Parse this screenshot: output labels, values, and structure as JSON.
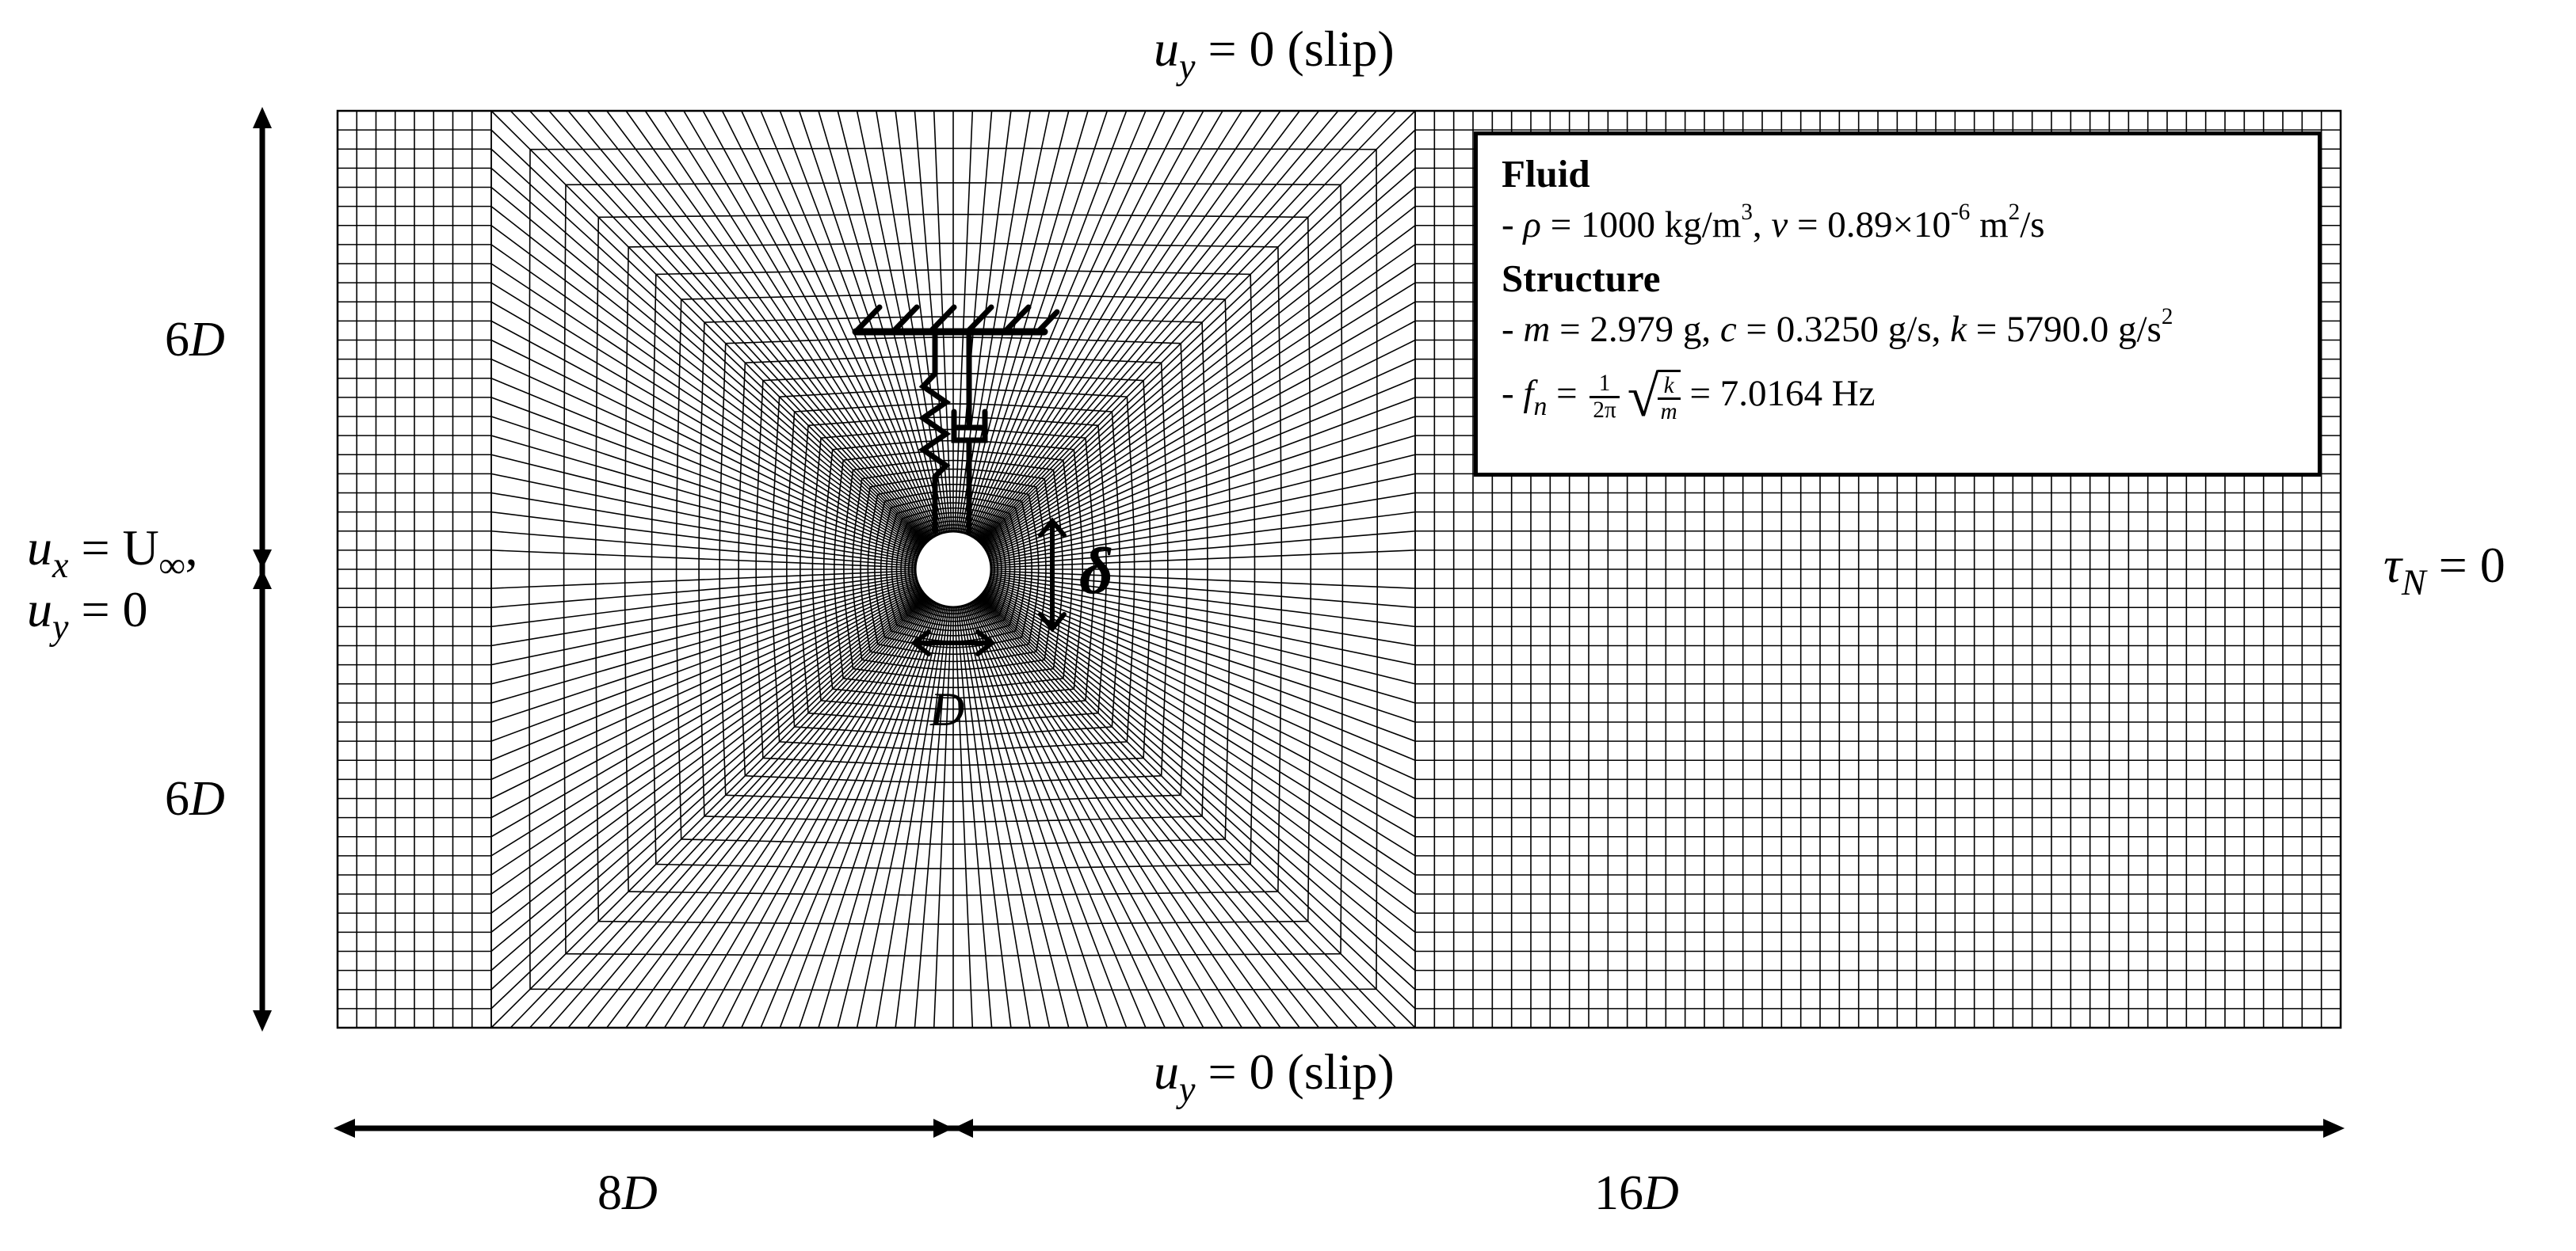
{
  "boundary_conditions": {
    "top": [
      "u",
      "y",
      " = 0 (slip)"
    ],
    "bottom": [
      "u",
      "y",
      " = 0 (slip)"
    ],
    "inlet_line1": [
      "u",
      "x",
      " = U",
      "∞",
      ","
    ],
    "inlet_line2": [
      "u",
      "y",
      " = 0"
    ],
    "outlet": [
      "τ",
      "N",
      " = 0"
    ]
  },
  "dimensions": {
    "upper_height": [
      "6",
      "D"
    ],
    "lower_height": [
      "6",
      "D"
    ],
    "upstream_length": [
      "8",
      "D"
    ],
    "downstream_length": [
      "16",
      "D"
    ],
    "cylinder_diameter": "D",
    "displacement": "δ"
  },
  "info_box": {
    "fluid_heading": "Fluid",
    "fluid_props": {
      "prefix": "- ",
      "rho_sym": "ρ",
      "rho_val": " = 1000 kg/m",
      "rho_exp": "3",
      "sep": ", ",
      "nu_sym": "ν",
      "nu_val": " = 0.89×10",
      "nu_exp": "-6",
      "nu_unit": " m",
      "nu_unit_exp": "2",
      "nu_unit_tail": "/s"
    },
    "structure_heading": "Structure",
    "structure_props": {
      "prefix": "- ",
      "m_sym": "m",
      "m_val": " = 2.979 g, ",
      "c_sym": "c",
      "c_val": " = 0.3250 g/s, ",
      "k_sym": "k",
      "k_val": " = 5790.0 g/s",
      "k_exp": "2"
    },
    "natural_freq": {
      "prefix": "- ",
      "f_sym": "f",
      "f_sub": "n",
      "eq": " = ",
      "frac_num": "1",
      "frac_den": "2π",
      "sqrt_num": "k",
      "sqrt_den": "m",
      "value": " = 7.0164 Hz"
    }
  },
  "mesh": {
    "line_color": "#000000",
    "background": "#ffffff"
  }
}
